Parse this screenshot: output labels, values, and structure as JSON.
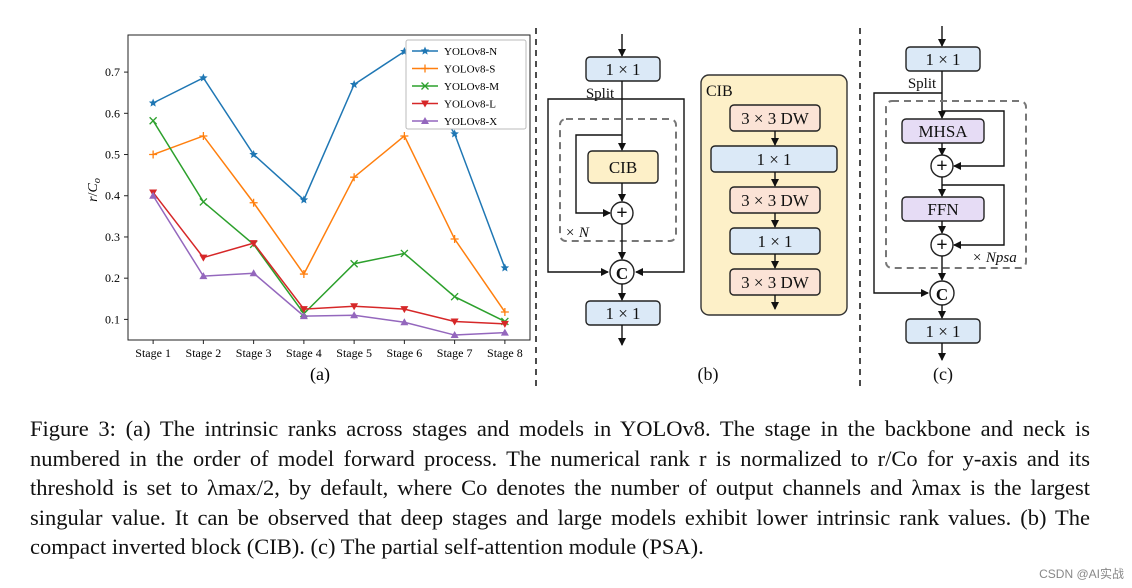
{
  "chart_data": {
    "type": "line",
    "categories": [
      "Stage 1",
      "Stage 2",
      "Stage 3",
      "Stage 4",
      "Stage 5",
      "Stage 6",
      "Stage 7",
      "Stage 8"
    ],
    "ylabel": "r/Co",
    "ylim": [
      0.05,
      0.79
    ],
    "yticks": [
      "0.1",
      "0.2",
      "0.3",
      "0.4",
      "0.5",
      "0.6",
      "0.7"
    ],
    "grid": false,
    "legend_position": "top-right",
    "series": [
      {
        "name": "YOLOv8-N",
        "color": "#1f77b4",
        "marker": "star",
        "values": [
          0.625,
          0.686,
          0.5,
          0.39,
          0.67,
          0.75,
          0.55,
          0.225
        ]
      },
      {
        "name": "YOLOv8-S",
        "color": "#ff7f0e",
        "marker": "plus",
        "values": [
          0.5,
          0.545,
          0.383,
          0.21,
          0.445,
          0.545,
          0.295,
          0.118
        ]
      },
      {
        "name": "YOLOv8-M",
        "color": "#2ca02c",
        "marker": "x",
        "values": [
          0.582,
          0.385,
          0.282,
          0.114,
          0.235,
          0.26,
          0.155,
          0.095
        ]
      },
      {
        "name": "YOLOv8-L",
        "color": "#d62728",
        "marker": "triangle-down",
        "values": [
          0.408,
          0.25,
          0.285,
          0.125,
          0.132,
          0.125,
          0.095,
          0.089
        ]
      },
      {
        "name": "YOLOv8-X",
        "color": "#9467bd",
        "marker": "triangle-up",
        "values": [
          0.4,
          0.205,
          0.212,
          0.108,
          0.11,
          0.093,
          0.062,
          0.068
        ]
      }
    ]
  },
  "panels": {
    "a": "(a)",
    "b": "(b)",
    "c": "(c)"
  },
  "diagram_b": {
    "top_conv": "1 × 1",
    "split": "Split",
    "cib": "CIB",
    "plus": "+",
    "repeat": "× N",
    "concat": "C",
    "bottom_conv": "1 × 1",
    "cib_title": "CIB",
    "cib_layers": [
      "3 × 3 DW",
      "1 × 1",
      "3 × 3 DW",
      "1 × 1",
      "3 × 3 DW"
    ]
  },
  "diagram_c": {
    "top_conv": "1 × 1",
    "split": "Split",
    "mhsa": "MHSA",
    "ffn": "FFN",
    "plus1": "+",
    "plus2": "+",
    "repeat": "× Npsa",
    "concat": "C",
    "bottom_conv": "1 × 1"
  },
  "caption": "Figure 3: (a) The intrinsic ranks across stages and models in YOLOv8. The stage in the backbone and neck is numbered in the order of model forward process. The numerical rank r is normalized to r/Co for y-axis and its threshold is set to λmax/2, by default, where Co denotes the number of output channels and λmax is the largest singular value. It can be observed that deep stages and large models exhibit lower intrinsic rank values. (b) The compact inverted block (CIB). (c) The partial self-attention module (PSA).",
  "watermark": "CSDN @AI实战"
}
